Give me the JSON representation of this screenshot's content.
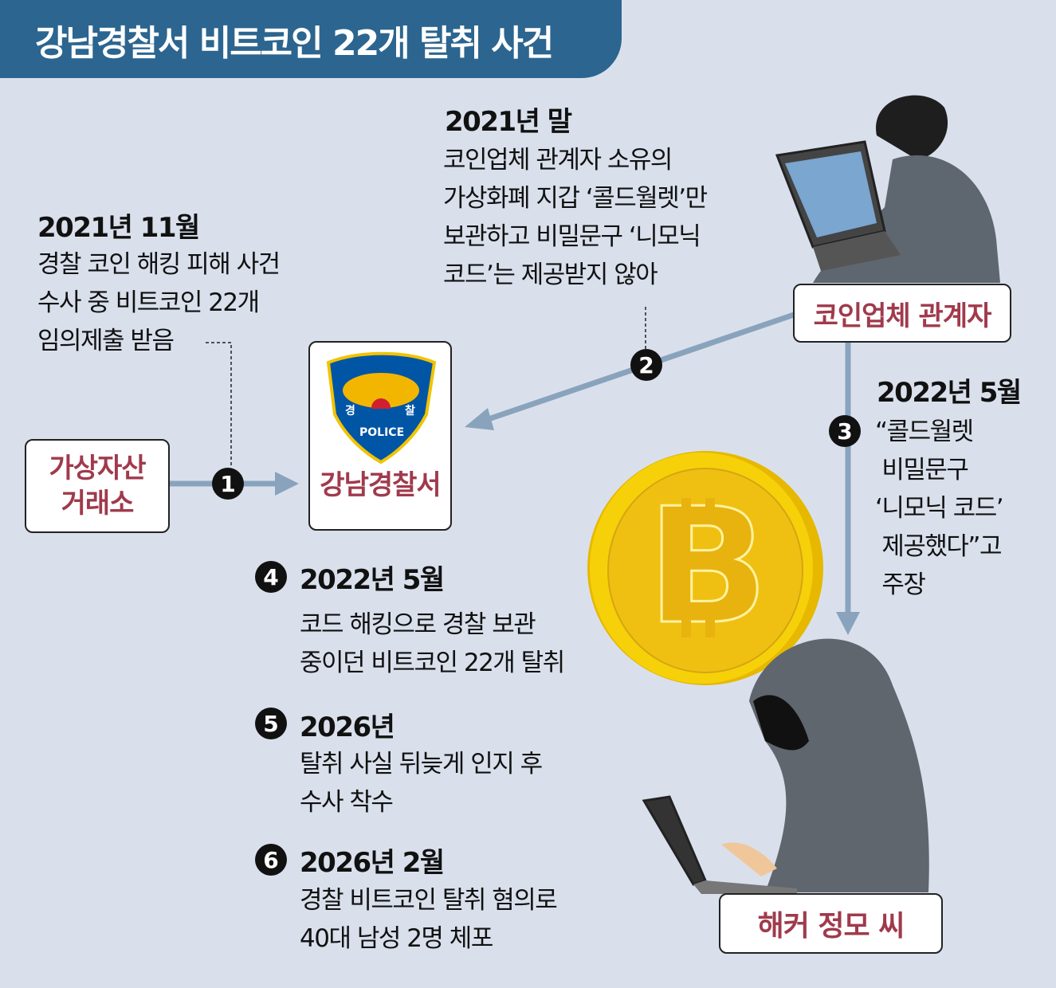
{
  "title": "강남경찰서 비트코인 22개 탈취 사건",
  "colors": {
    "title_bar": "#2c658f",
    "background": "#d9e0ec",
    "label": "#a03a4c",
    "arrow": "#8aa3bd"
  },
  "nodes": {
    "exchange": "가상자산\n거래소",
    "police": "강남경찰서",
    "police_badge_left": "경",
    "police_badge_right": "찰",
    "police_badge_text": "POLICE",
    "coin_company": "코인업체 관계자",
    "hacker": "해커 정모 씨"
  },
  "events": [
    {
      "num": "1",
      "date": "2021년 11월",
      "text": "경찰 코인 해킹 피해 사건\n수사 중 비트코인 22개\n임의제출 받음"
    },
    {
      "num": "2",
      "date": "2021년 말",
      "text": "코인업체 관계자 소유의\n가상화폐 지갑 ‘콜드월렛’만\n보관하고 비밀문구 ‘니모닉\n코드’는 제공받지 않아"
    },
    {
      "num": "3",
      "date": "2022년 5월",
      "text": "“콜드월렛\n 비밀문구\n‘니모닉 코드’\n 제공했다”고\n 주장"
    },
    {
      "num": "4",
      "date": "2022년 5월",
      "text": "코드 해킹으로 경찰 보관\n중이던 비트코인 22개 탈취"
    },
    {
      "num": "5",
      "date": "2026년",
      "text": "탈취 사실 뒤늦게 인지 후\n수사 착수"
    },
    {
      "num": "6",
      "date": "2026년 2월",
      "text": "경찰 비트코인 탈취 혐의로\n40대 남성 2명 체포"
    }
  ]
}
